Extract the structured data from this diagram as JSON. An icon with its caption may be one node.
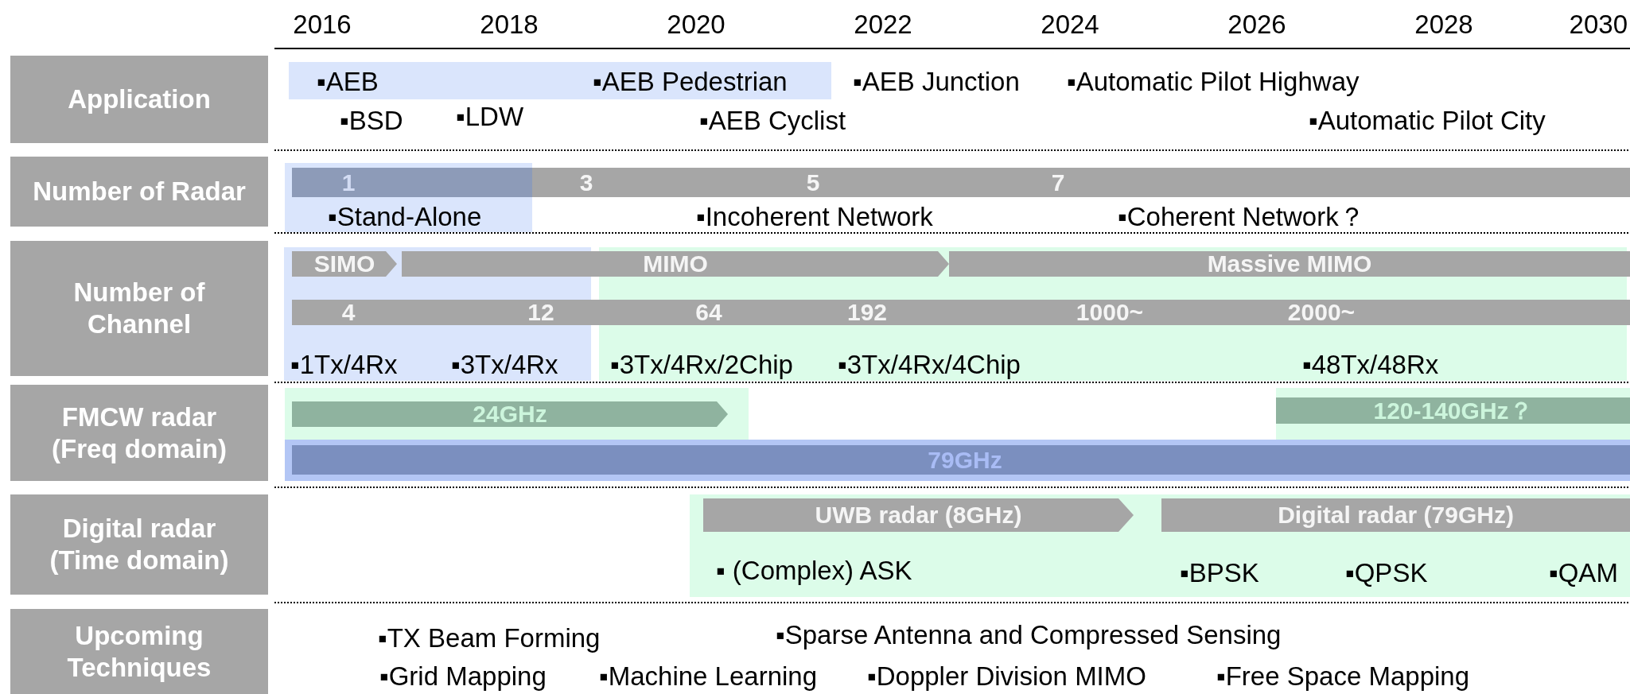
{
  "diagram": {
    "nodes": [
      {
        "text": [
          "Application"
        ]
      },
      {
        "text": [
          "Number of Radar"
        ]
      },
      {
        "text": [
          "Number of Channel"
        ]
      },
      {
        "text": [
          "FMCW radar (Freq domain)"
        ]
      },
      {
        "text": [
          "Digital radar (Time domain)"
        ]
      },
      {
        "text": [
          "Upcoming Techniques"
        ]
      },
      {
        "text": [
          "1",
          "3",
          "5",
          "7"
        ]
      },
      {
        "text": [
          "SIMO"
        ]
      },
      {
        "text": [
          "MIMO"
        ]
      },
      {
        "text": [
          "Massive MIMO"
        ]
      },
      {
        "text": [
          "4",
          "12",
          "64",
          "192",
          "1000~",
          "2000~"
        ]
      },
      {
        "text": [
          "24GHz"
        ]
      },
      {
        "text": [
          "120-140GHz？"
        ]
      },
      {
        "text": [
          "79GHz"
        ]
      },
      {
        "text": [
          "UWB radar (8GHz)"
        ]
      },
      {
        "text": [
          "Digital radar (79GHz)"
        ]
      }
    ],
    "labels": [
      "2016",
      "2018",
      "2020",
      "2022",
      "2024",
      "2026",
      "2028",
      "2030",
      "▪AEB",
      "▪AEB Pedestrian",
      "▪AEB Junction",
      "▪Automatic Pilot Highway",
      "▪BSD",
      "▪LDW",
      "▪AEB Cyclist",
      "▪Automatic Pilot City",
      "▪Stand-Alone",
      "▪Incoherent Network",
      "▪Coherent Network？",
      "▪1Tx/4Rx",
      "▪3Tx/4Rx",
      "▪3Tx/4Rx/2Chip",
      "▪3Tx/4Rx/4Chip",
      "▪48Tx/48Rx",
      "▪ (Complex) ASK",
      "▪BPSK",
      "▪QPSK",
      "▪QAM",
      "▪TX Beam Forming",
      "▪Sparse Antenna and Compressed Sensing",
      "▪Grid Mapping",
      "▪Machine Learning",
      "▪Doppler Division MIMO",
      "▪Free Space Mapping"
    ]
  }
}
